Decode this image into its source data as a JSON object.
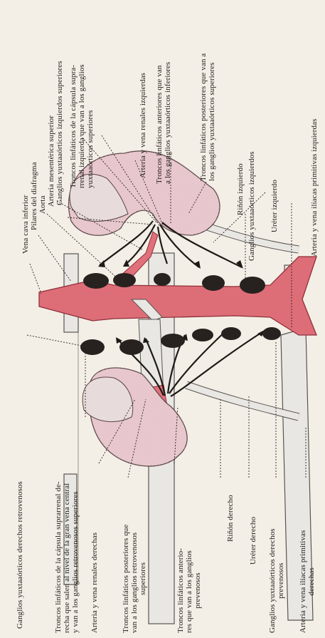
{
  "labels": {
    "vena_cava_inferior": "Vena cava inferior",
    "pilares_diafragma": "Pilares del diafragma",
    "aorta": "Aorta",
    "arteria_mesenterica": "Arteria mesentérica superior",
    "ganglios_yux_izq_sup": "Ganglios yuxtaaórticos izquierdos superiores",
    "troncos_supra_izq": [
      "Troncos linfáticos de la cápsula supra-",
      "rrenal izquierda que van a los ganglios",
      "yuxtaaórticos superiores"
    ],
    "arteria_vena_renales_izq": "Arteria y vena renales izquierdas",
    "troncos_ant_izq": [
      "Troncos linfáticos anteriores que van",
      "a los ganglios yuxtaaórticos inferiores"
    ],
    "troncos_post_izq": [
      "Troncos linfáticos posteriores que van a",
      "los ganglios yuxtaaórticos superiores"
    ],
    "rinon_izq": "Riñón izquierdo",
    "ganglios_yux_izq": "Ganglios yuxtaaórticos izquierdos",
    "ureter_izq": "Uréter izquierdo",
    "arteria_vena_iliacas_izq": "Arteria y vena ilíacas primitivas izquierdas",
    "ganglios_retro_der": "Ganglios yuxtaaórticos derechos retrovenosos",
    "troncos_supra_der": [
      "Troncos linfáticos de la cápsula suprarrenal de-",
      "recha que salen al nivel de la gran vena central",
      "y van a los ganglios retrovenosos superiores"
    ],
    "arteria_vena_renales_der": "Arteria y vena renales derechas",
    "troncos_post_der": [
      "Troncos linfáticos posteriores que",
      "van a los ganglios retrovenosos",
      "superiores"
    ],
    "troncos_ant_der": [
      "Troncos linfáticos anterio-",
      "res que van a los ganglios",
      "prevenosos"
    ],
    "rinon_der": "Riñón derecho",
    "ureter_der": "Uréter derecho",
    "ganglios_prev_der": [
      "Ganglios yuxtaaórticos derechos",
      "prevenosos"
    ],
    "arteria_vena_iliacas_der": [
      "Arteria y vena ilíacas primitivas",
      "derechas"
    ]
  },
  "colors": {
    "aorta": "#e0707a",
    "kidney": "#ecc9d0",
    "vein": "#e9e7e4",
    "node": "#27221f",
    "background": "#f4efe6"
  }
}
